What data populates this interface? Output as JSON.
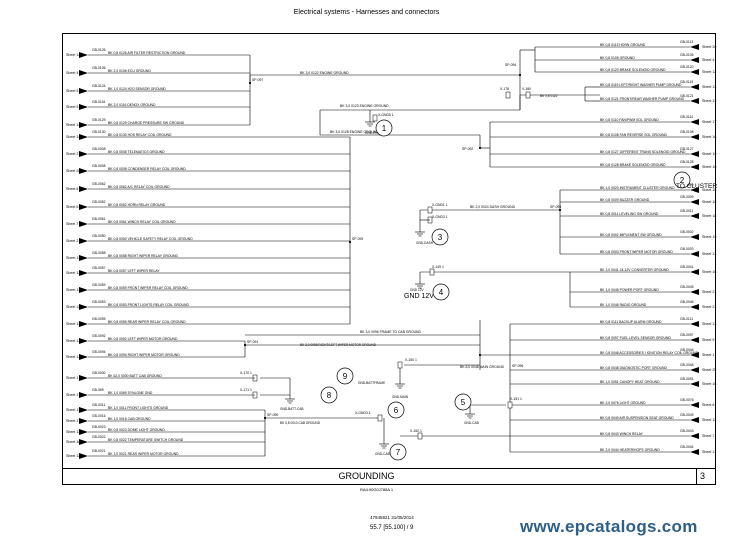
{
  "header": "Electrical systems - Harnesses and connectors",
  "title": "GROUNDING",
  "page_number": "3",
  "small_code": "RAIL90G0J788A 1",
  "doc_number": "47945821 31/05/2014",
  "page_ref": "55.7 [55.100] / 9",
  "watermark": "www.epcatalogs.com",
  "splice_labels": [
    "SP-097",
    "SP-093",
    "SP-094",
    "SP-092",
    "SP-095",
    "SP-096",
    "SP-091",
    "SP-090"
  ],
  "ground_points": [
    {
      "num": "1",
      "label": "GND-ENGINE",
      "wire": "X-GND5 1"
    },
    {
      "num": "2",
      "label": "TO CLUSTER",
      "wire": ""
    },
    {
      "num": "3",
      "label": "GND-DASH",
      "wire": "X-GND3 1"
    },
    {
      "num": "4",
      "label": "GND 12V",
      "wire": "X-149 1"
    },
    {
      "num": "5",
      "label": "GND-CAB",
      "wire": "X-151 1"
    },
    {
      "num": "6",
      "label": "GND-MAIN",
      "wire": "X-150 1"
    },
    {
      "num": "7",
      "label": "GND-CAB",
      "wire": "X-152 1"
    },
    {
      "num": "8",
      "label": "GND-BATT-CAB",
      "wire": "X-170 1"
    },
    {
      "num": "9",
      "label": "GND-BATTFRAME",
      "wire": "X-171 1"
    }
  ],
  "left_rows": [
    {
      "code": "GB-0126",
      "sheet": "Sheet 14",
      "wire": "BK 0,8 0126 AIR FILTER RESTRICTION GROUND"
    },
    {
      "code": "GB-0106",
      "sheet": "Sheet 4",
      "wire": "BK 2,0 0106 ECU GROUND"
    },
    {
      "code": "GB-0124",
      "sheet": "Sheet 5",
      "wire": "BK 1,0 0124 H2O SENSOR GROUND"
    },
    {
      "code": "GB-0116",
      "sheet": "Sheet 5",
      "wire": "BK 2,0 0116 DENOX GROUND"
    },
    {
      "code": "GB-0129",
      "sheet": "Sheet 14",
      "wire": "BK 0,8 0129 CHARGE PRESSURE SW GROUND"
    },
    {
      "code": "GB-0130",
      "sheet": "Sheet 14",
      "wire": "BK 0,8 0130 HOS RELAY COIL GROUND"
    },
    {
      "code": "GB-0008",
      "sheet": "Sheet 27",
      "wire": "BK 0,8 0008 TELEMATICS GROUND"
    },
    {
      "code": "GB-0008",
      "sheet": "Sheet 28",
      "wire": "BK 0,8 0008 CONDENSER RELAY COIL GROUND"
    },
    {
      "code": "GB-0062",
      "sheet": "Sheet 6",
      "wire": "BK 0,8 0062 A/C RELAY COIL GROUND"
    },
    {
      "code": "GB-0052",
      "sheet": "Sheet 6",
      "wire": "BK 0,8 0052 HORN RELAY GROUND"
    },
    {
      "code": "GB-0061",
      "sheet": "Sheet 7",
      "wire": "BK 0,8 0061 WINCH RELAY COIL GROUND"
    },
    {
      "code": "GB-0050",
      "sheet": "Sheet 2",
      "wire": "BK 0,8 0050 VEHICLE SAFETY RELAY COIL GROUND"
    },
    {
      "code": "GB-0058",
      "sheet": "Sheet 13",
      "wire": "BK 0,8 0058 RIGHT WIPER RELAY GROUND"
    },
    {
      "code": "GB-0057",
      "sheet": "Sheet 13",
      "wire": "BK 0,8 0057 LEFT WIPER RELAY"
    },
    {
      "code": "GB-0059",
      "sheet": "Sheet 13",
      "wire": "BK 0,8 0059 FRONT WIPER RELAY COIL GROUND"
    },
    {
      "code": "GB-0053",
      "sheet": "Sheet 12",
      "wire": "BK 0,8 0053 FRONT LIGHTS RELAY COIL GROUND"
    },
    {
      "code": "GB-0055",
      "sheet": "Sheet 13",
      "wire": "BK 0,8 0055 REAR WIPER RELAY COIL GROUND"
    },
    {
      "code": "GB-0092",
      "sheet": "Sheet 13",
      "wire": "BK 0,8 0092 LEFT WIPER MOTOR GROUND"
    },
    {
      "code": "GB-0094",
      "sheet": "Sheet 13",
      "wire": "BK 0,8 0094 RIGHT WIPER MOTOR GROUND"
    },
    {
      "code": "GB-0000",
      "sheet": "Sheet 1",
      "wire": "BK 62,0 0000 BATT CAB GROUND"
    },
    {
      "code": "GB-069",
      "sheet": "Sheet 17",
      "wire": "BK 1,0 0069 SYNLONE GND"
    },
    {
      "code": "GB-0011",
      "sheet": "Sheet 11",
      "wire": "BK 1,0 0011 FRONT LIGHTS GROUND"
    },
    {
      "code": "GB-0016",
      "sheet": "Sheet 17",
      "wire": "BK 1,0 0016 CAB GROUND"
    },
    {
      "code": "GB-0023",
      "sheet": "Sheet 11",
      "wire": "BK 0,8 0023 DOME LIGHT GROUND"
    },
    {
      "code": "GB-0022",
      "sheet": "Sheet 18",
      "wire": "BK 0,8 0022 TEMPERATURE SWITCH GROUND"
    },
    {
      "code": "GB-0021",
      "sheet": "Sheet 12",
      "wire": "BK 1,0 0021 REAR WIPER MOTOR GROUND"
    }
  ],
  "right_rows": [
    {
      "code": "GB-0113",
      "sheet": "Sheet 20",
      "wire": "BK 0,8 0113 HORN GROUND"
    },
    {
      "code": "GB-0105",
      "sheet": "Sheet 4",
      "wire": "BK 0,8 0105 GROUND"
    },
    {
      "code": "GB-0120",
      "sheet": "Sheet 12",
      "wire": "BK 0,8 0120 BRAKE SOLENOID GROUND"
    },
    {
      "code": "GB-0119",
      "sheet": "Sheet 13",
      "wire": "BK 0,8 0119 LEFT/RIGHT WASHER PUMP GROUND"
    },
    {
      "code": "GB-0121",
      "sheet": "Sheet 13",
      "wire": "BK 0,8 0121 FRONT/REAR WASHER PUMP GROUND"
    },
    {
      "code": "GB-0110",
      "sheet": "Sheet 17",
      "wire": "BK 0,8 0110 FAN/PWM SOL GROUND"
    },
    {
      "code": "GB-0108",
      "sheet": "Sheet 16",
      "wire": "BK 0,8 0108 FAN REVERSE SOL GROUND"
    },
    {
      "code": "GB-0127",
      "sheet": "Sheet 19",
      "wire": "BK 0,8 0127 DIFFERENT TRANS SOLENOID GROUND"
    },
    {
      "code": "GB-0128",
      "sheet": "Sheet 10",
      "wire": "BK 0,8 0128 BRAKE SOLENOID GROUND"
    },
    {
      "code": "GB-0020",
      "sheet": "Sheet 15",
      "wire": "BK 1,0 0020 INSTRUMENT CLUSTER GROUND"
    },
    {
      "code": "GB-0009",
      "sheet": "Sheet 18",
      "wire": "BK 0,8 0009 BUZZER GROUND"
    },
    {
      "code": "GB-0011",
      "sheet": "Sheet 18",
      "wire": "BK 0,8 0011 LEVELING SW GROUND"
    },
    {
      "code": "GB-0002",
      "sheet": "Sheet 19",
      "wire": "BK 0,8 0002 IMPLEMENT SW GROUND"
    },
    {
      "code": "GB-0003",
      "sheet": "Sheet 13",
      "wire": "BK 0,8 0003 FRONT WIPER MOTOR GROUND"
    },
    {
      "code": "GB-0041",
      "sheet": "Sheet 16",
      "wire": "BK 2,0 0041 24-12V CONVERTER GROUND"
    },
    {
      "code": "GB-0045",
      "sheet": "Sheet 21",
      "wire": "BK 1,0 0045 POWER PORT GROUND"
    },
    {
      "code": "GB-0046",
      "sheet": "Sheet 21",
      "wire": "BK 1,0 0046 RADIO GROUND"
    },
    {
      "code": "GB-0111",
      "sheet": "Sheet 13",
      "wire": "BK 0,8 0111 BACKUP ALARM GROUND"
    },
    {
      "code": "GB-0097",
      "sheet": "Sheet 9",
      "wire": "BK 0,8 0097 FUEL LEVEL SENSOR GROUND"
    },
    {
      "code": "GB-0046",
      "sheet": "Sheet 1",
      "wire": "BK 0,8 0046 ACCESSORIES / IGNITION RELAY COIL GROUND"
    },
    {
      "code": "GB-0048",
      "sheet": "Sheet 25",
      "wire": "BK 0,8 0048 DIAGNOSTIC PORT GROUND"
    },
    {
      "code": "GB-0051",
      "sheet": "Sheet 16",
      "wire": "BK 1,0 0051 CANOPY HEAT GROUND"
    },
    {
      "code": "GB-0076",
      "sheet": "Sheet 8",
      "wire": "BK 2,0 0076 LIGHT GROUND"
    },
    {
      "code": "GB-0049",
      "sheet": "Sheet 12",
      "wire": "BK 0,8 0049 AIR SUSPENSION SEAT GROUND"
    },
    {
      "code": "GB-0043",
      "sheet": "Sheet 7",
      "wire": "BK 0,8 0043 WINCH RELAY"
    },
    {
      "code": "GB-0044",
      "sheet": "Sheet 11",
      "wire": "BK 2,0 0044 HEATER/HOPS GROUND"
    }
  ],
  "center_wires": [
    "BK 3,0 0122 ENGINE GROUND",
    "BK 3,0 0123 ENGINE GROUND",
    "BK 3,0 0128 ENGINE GROUND",
    "BK 2,0 0024 DASH GROUND",
    "BK 3,0 0096 FRAME TO CAB GROUND",
    "BK 3,0 0098 RIGHT/LEFT WIPER MOTOR GROUND",
    "BK 8,0 0048 MAIN GROUND",
    "BK 0,8 0010 CAB GROUND",
    "BK 0,8 0122",
    "BK 0,8 0121"
  ],
  "misc_labels": [
    "X-178",
    "X-180",
    "X-GND1 1"
  ]
}
